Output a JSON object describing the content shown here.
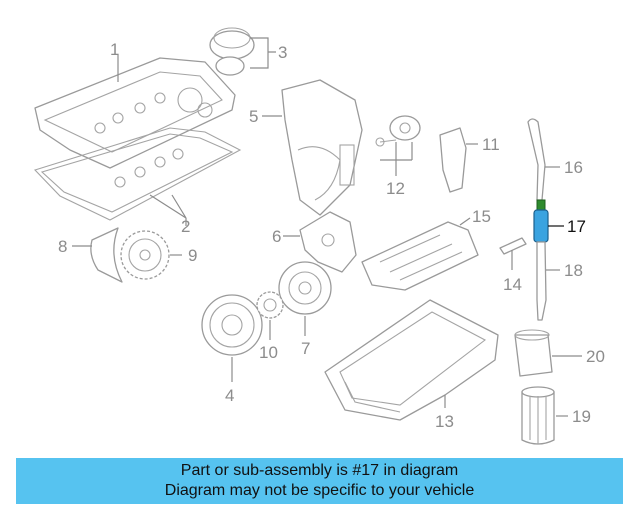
{
  "callouts": [
    "1",
    "2",
    "3",
    "4",
    "5",
    "6",
    "7",
    "8",
    "9",
    "10",
    "11",
    "12",
    "13",
    "14",
    "15",
    "16",
    "17",
    "18",
    "19",
    "20"
  ],
  "highlighted_part": "17",
  "colors": {
    "highlight_blue": "#3aa3e0",
    "highlight_green": "#2e8b2e",
    "banner": "#56c3f0",
    "line_gray": "#9a9a9a"
  },
  "banner": {
    "line1": "Part or sub-assembly is #17 in diagram",
    "line2": "Diagram may not be specific to your vehicle"
  }
}
